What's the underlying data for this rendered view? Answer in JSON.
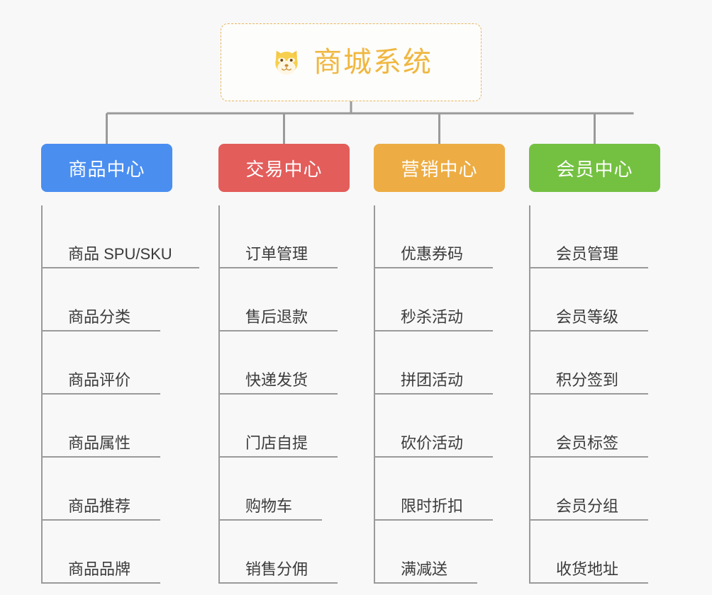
{
  "diagram": {
    "type": "mindmap-tree",
    "background_color": "#f8f8f8",
    "root": {
      "title": "商城系统",
      "icon": "shiba-dog-emoji",
      "icon_glyph": "🐶",
      "text_color": "#f0b73f",
      "border_color": "#e8b55c",
      "border_style": "dashed"
    },
    "connector_color": "#9a9a9a",
    "branches": [
      {
        "label": "商品中心",
        "color": "#4a8ef0",
        "items": [
          "商品 SPU/SKU",
          "商品分类",
          "商品评价",
          "商品属性",
          "商品推荐",
          "商品品牌"
        ]
      },
      {
        "label": "交易中心",
        "color": "#e35d5b",
        "items": [
          "订单管理",
          "售后退款",
          "快递发货",
          "门店自提",
          "购物车",
          "销售分佣"
        ]
      },
      {
        "label": "营销中心",
        "color": "#edad44",
        "items": [
          "优惠券码",
          "秒杀活动",
          "拼团活动",
          "砍价活动",
          "限时折扣",
          "满减送"
        ]
      },
      {
        "label": "会员中心",
        "color": "#74c142",
        "items": [
          "会员管理",
          "会员等级",
          "积分签到",
          "会员标签",
          "会员分组",
          "收货地址"
        ]
      }
    ]
  }
}
